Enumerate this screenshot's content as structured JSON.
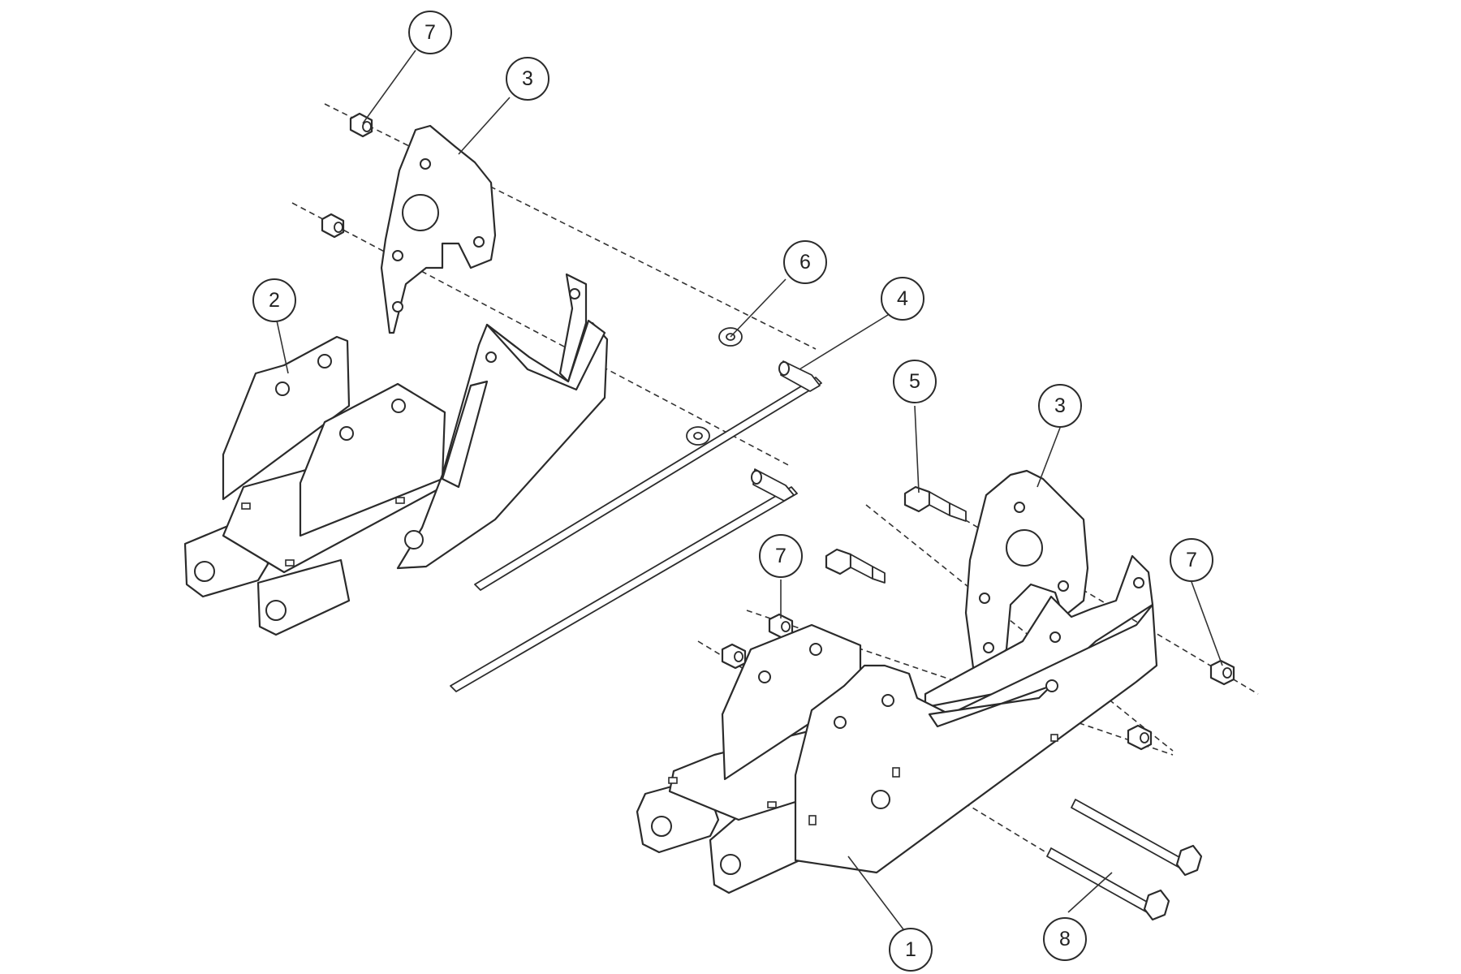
{
  "callouts": [
    {
      "id": "c7a",
      "label": "7"
    },
    {
      "id": "c3a",
      "label": "3"
    },
    {
      "id": "c2",
      "label": "2"
    },
    {
      "id": "c6",
      "label": "6"
    },
    {
      "id": "c4",
      "label": "4"
    },
    {
      "id": "c5",
      "label": "5"
    },
    {
      "id": "c3b",
      "label": "3"
    },
    {
      "id": "c7b",
      "label": "7"
    },
    {
      "id": "c7c",
      "label": "7"
    },
    {
      "id": "c1",
      "label": "1"
    },
    {
      "id": "c8",
      "label": "8"
    }
  ]
}
